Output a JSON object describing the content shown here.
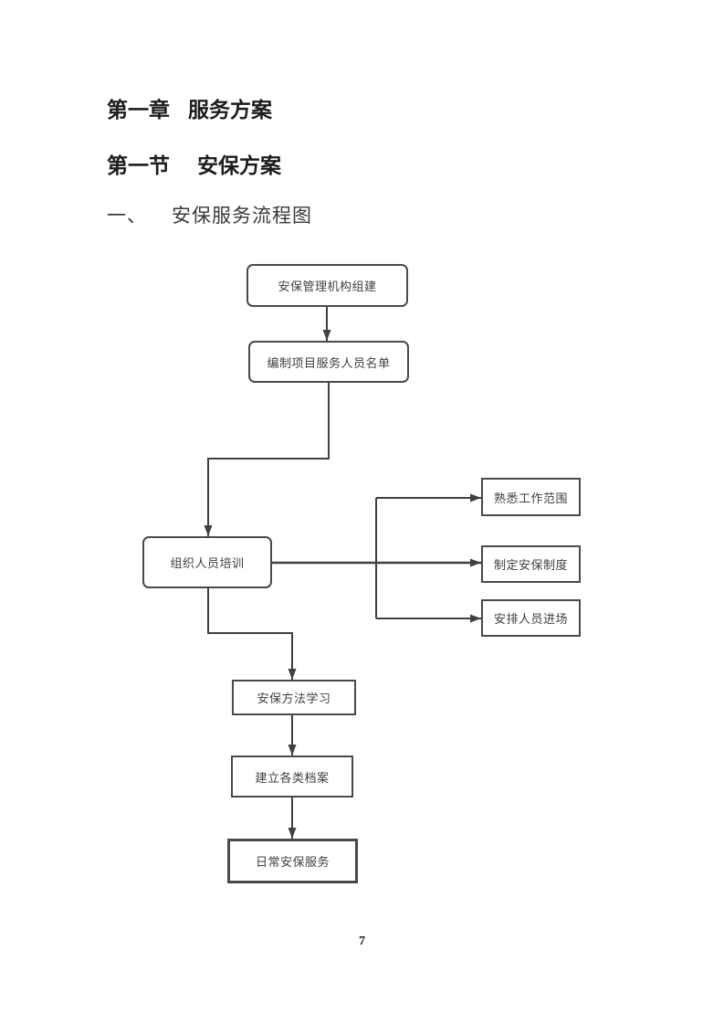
{
  "document": {
    "headings": [
      {
        "number": "第一章",
        "title": "服务方案"
      },
      {
        "number": "第一节",
        "title": "安保方案"
      },
      {
        "number": "一、",
        "title": "安保服务流程图"
      }
    ],
    "page_number": "7"
  },
  "flowchart": {
    "nodes": {
      "org": "安保管理机构组建",
      "roster": "编制项目服务人员名单",
      "training": "组织人员培训",
      "scope": "熟悉工作范围",
      "rules": "制定安保制度",
      "entry": "安排人员进场",
      "study": "安保方法学习",
      "archive": "建立各类档案",
      "daily": "日常安保服务"
    },
    "colors": {
      "line": "#404040",
      "border": "#4a4a4a",
      "text": "#3f3f3f"
    }
  }
}
